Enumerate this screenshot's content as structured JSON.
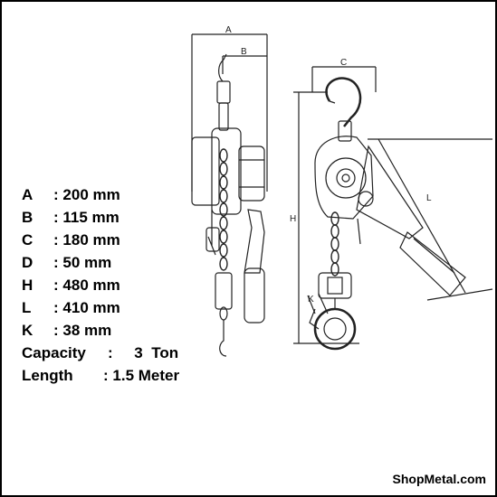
{
  "dimension_labels": {
    "A": "A",
    "B": "B",
    "C": "C",
    "H": "H",
    "L": "L",
    "K": "K"
  },
  "specs": [
    {
      "key": "A",
      "sep": ":",
      "value": "200 mm"
    },
    {
      "key": "B",
      "sep": ":",
      "value": "115 mm"
    },
    {
      "key": "C",
      "sep": ":",
      "value": "180 mm"
    },
    {
      "key": "D",
      "sep": ":",
      "value": "50 mm"
    },
    {
      "key": "H",
      "sep": ":",
      "value": "480 mm"
    },
    {
      "key": "L",
      "sep": ":",
      "value": "410 mm"
    },
    {
      "key": "K",
      "sep": ":",
      "value": "38 mm"
    }
  ],
  "capacity": {
    "label": "Capacity",
    "sep": ":",
    "value": "3  Ton"
  },
  "length": {
    "label": "Length",
    "sep": ":",
    "value": "1.5 Meter"
  },
  "brand": "ShopMetal.com",
  "colors": {
    "line": "#222222",
    "frame": "#000000",
    "background": "#ffffff"
  }
}
